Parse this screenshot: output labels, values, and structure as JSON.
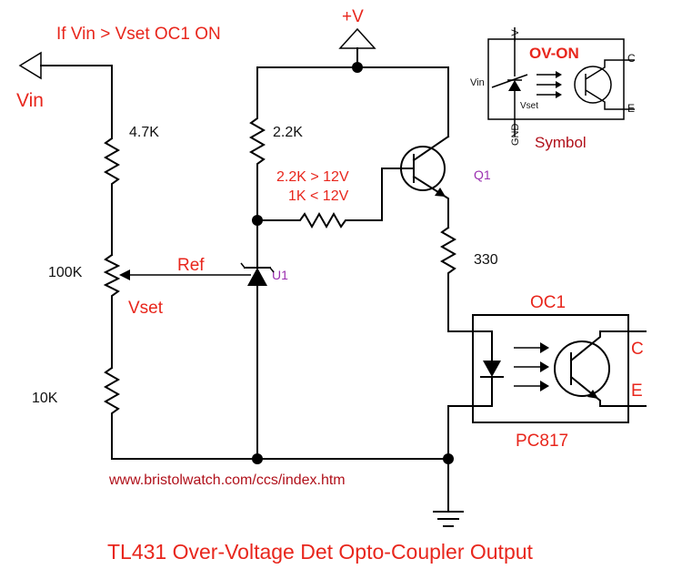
{
  "header_note": "If Vin > Vset OC1 ON",
  "supply_label": "+V",
  "input_label": "Vin",
  "resistors": {
    "r_top_divider": "4.7K",
    "pot": "100K",
    "r_bottom_divider": "10K",
    "r_zener": "2.2K",
    "r_led": "330"
  },
  "feedback_note_line1": "2.2K > 12V",
  "feedback_note_line2": "1K < 12V",
  "ref_label": "Ref",
  "vset_label": "Vset",
  "shunt_ref_label": "U1",
  "transistor_label": "Q1",
  "optocoupler": {
    "name": "OC1",
    "part": "PC817",
    "collector": "C",
    "emitter": "E"
  },
  "symbol_box": {
    "title": "OV-ON",
    "vplus": "+V",
    "gnd": "GND",
    "vin": "Vin",
    "vset": "Vset",
    "c": "C",
    "e": "E",
    "caption": "Symbol"
  },
  "url": "www.bristolwatch.com/ccs/index.htm",
  "title": "TL431 Over-Voltage Det Opto-Coupler Output",
  "colors": {
    "text_red": "#e8261c",
    "label_purple": "#9b2fb0",
    "wire": "#000000"
  }
}
